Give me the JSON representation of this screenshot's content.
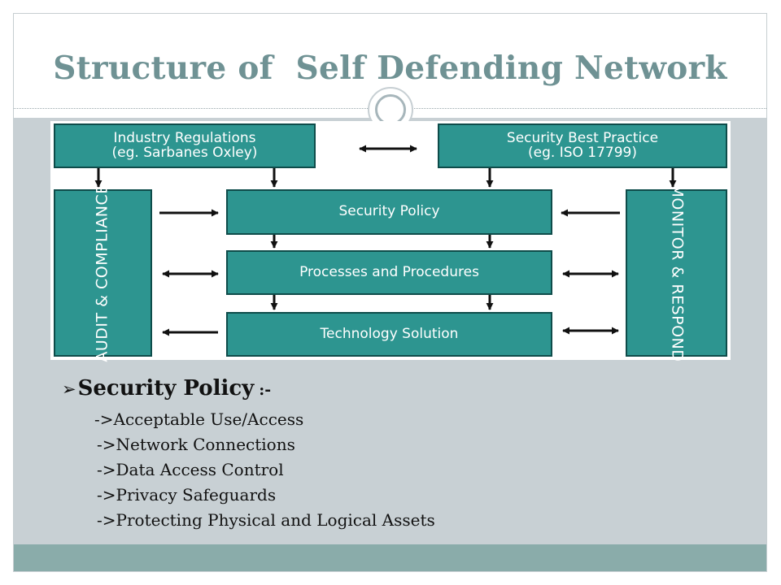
{
  "slide": {
    "title": "Structure of  Self Defending Network"
  },
  "diagram": {
    "nodes": {
      "industry_regulations": [
        "Industry Regulations",
        "(eg. Sarbanes Oxley)"
      ],
      "security_best_practice": [
        "Security Best Practice",
        "(eg. ISO 17799)"
      ],
      "security_policy": "Security Policy",
      "processes_procedures": "Processes and Procedures",
      "technology_solution": "Technology Solution",
      "audit_compliance": "AUDIT & COMPLIANCE",
      "monitor_respond": "MONITOR & RESPOND"
    },
    "colors": {
      "box_fill": "#2d9590",
      "box_border": "#0e4c4a",
      "arrow": "#111111"
    }
  },
  "bullets": {
    "heading": "Security Policy",
    "heading_suffix": ":-",
    "bullet_icon": "arrow-bullet-icon",
    "items": [
      "->Acceptable Use/Access",
      "->Network Connections",
      "->Data Access Control",
      "->Privacy Safeguards",
      "->Protecting Physical and Logical Assets"
    ]
  },
  "theme": {
    "title_color": "#6f9294",
    "content_band": "#c8d0d4",
    "footer_band": "#8aacaa"
  }
}
